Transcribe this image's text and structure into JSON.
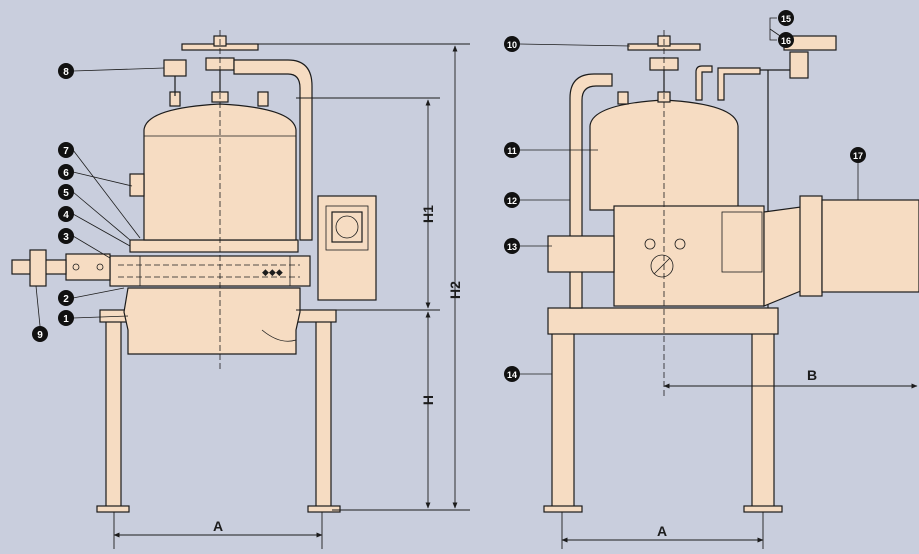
{
  "dimensions": {
    "left_width": "A",
    "left_height": "H",
    "left_height_upper": "H1",
    "left_height_total": "H2",
    "right_width": "A",
    "right_offset": "B"
  },
  "callouts": {
    "n1": "1",
    "n2": "2",
    "n3": "3",
    "n4": "4",
    "n5": "5",
    "n6": "6",
    "n7": "7",
    "n8": "8",
    "n9": "9",
    "n10": "10",
    "n11": "11",
    "n12": "12",
    "n13": "13",
    "n14": "14",
    "n15": "15",
    "n16": "16",
    "n17": "17"
  },
  "colors": {
    "background": "#c9cedd",
    "body_fill": "#f6dcc2",
    "line": "#1c1c1c"
  }
}
